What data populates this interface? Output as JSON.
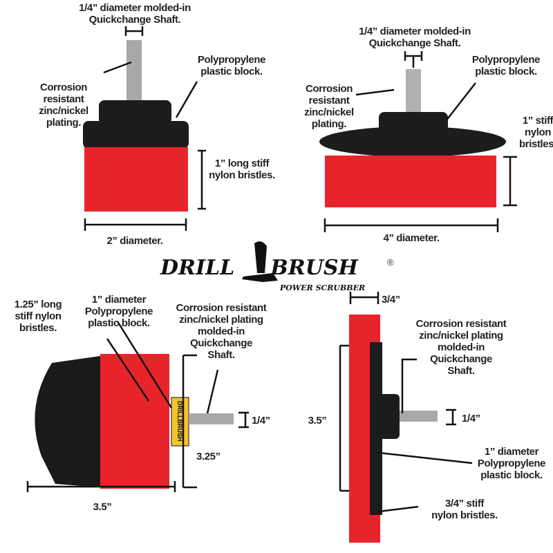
{
  "brand": {
    "name_left": "DRILL",
    "name_right": "BRUSH",
    "tagline": "POWER SCRUBBER",
    "registered": "®"
  },
  "colors": {
    "bristle_red": "#e8242b",
    "bristle_black": "#1a1a1a",
    "block": "#1c1c1c",
    "shaft": "#a8a8a8"
  },
  "panels": {
    "top_left": {
      "shaft": "1/4” diameter molded-in\nQuickchange Shaft.",
      "plating": "Corrosion\nresistant\nzinc/nickel\nplating.",
      "block": "Polypropylene\nplastic block.",
      "bristles": "1” long stiff\nnylon bristles.",
      "diameter": "2” diameter."
    },
    "top_right": {
      "shaft": "1/4” diameter molded-in\nQuickchange Shaft.",
      "block": "Polypropylene\nplastic block.",
      "plating": "Corrosion\nresistant\nzinc/nickel\nplating.",
      "bristles": "1” stiff\nnylon\nbristles.",
      "diameter": "4” diameter."
    },
    "bottom_left": {
      "bristles": "1.25” long\nstiff nylon\nbristles.",
      "block": "1” diameter\nPolypropylene\nplastic block.",
      "plating": "Corrosion resistant\nzinc/nickel plating\nmolded-in\nQuickchange\nShaft.",
      "shaft_size": "1/4”",
      "height": "3.25”",
      "width": "3.5”",
      "block_text": "DRILLBRUSH"
    },
    "bottom_right": {
      "thickness": "3/4”",
      "plating": "Corrosion resistant\nzinc/nickel plating\nmolded-in\nQuickchange\nShaft.",
      "height": "3.5”",
      "shaft_size": "1/4”",
      "block": "1” diameter\nPolypropylene\nplastic block.",
      "bristles": "3/4” stiff\nnylon bristles."
    }
  }
}
